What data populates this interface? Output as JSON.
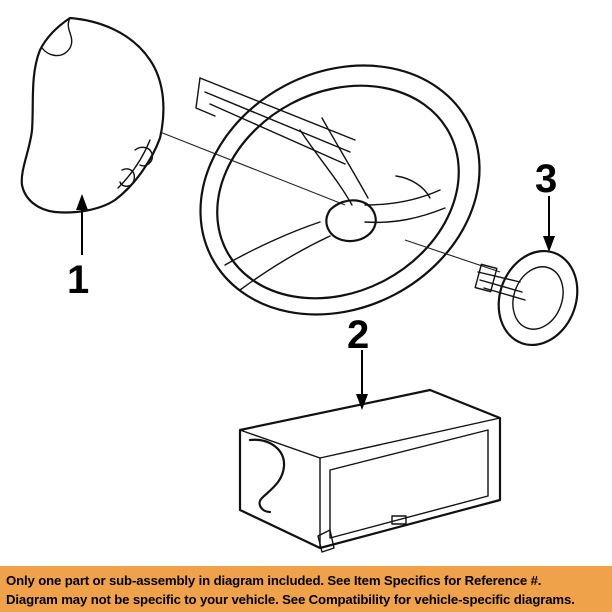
{
  "callouts": {
    "part1": "1",
    "part2": "2",
    "part3": "3"
  },
  "disclaimer": {
    "line1": "Only one part or sub-assembly in diagram included. See Item Specifics for Reference #.",
    "line2": "Diagram may not be specific to your vehicle. See Compatibility for vehicle-specific diagrams."
  },
  "colors": {
    "banner": "#f0a24a",
    "ink": "#111111",
    "background": "#ffffff"
  }
}
